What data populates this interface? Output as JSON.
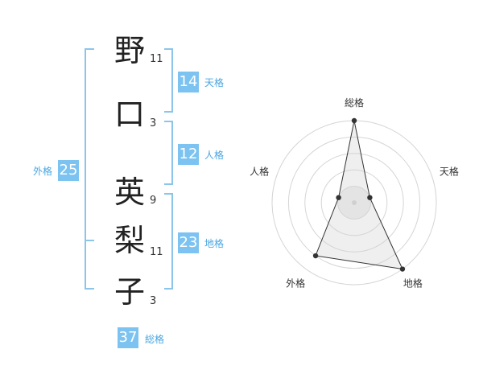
{
  "name": {
    "chars": [
      {
        "char": "野",
        "strokes": "11"
      },
      {
        "char": "口",
        "strokes": "3"
      },
      {
        "char": "英",
        "strokes": "9"
      },
      {
        "char": "梨",
        "strokes": "11"
      },
      {
        "char": "子",
        "strokes": "3"
      }
    ]
  },
  "fortune": {
    "tenkaku": {
      "value": "14",
      "label": "天格"
    },
    "jinkaku": {
      "value": "12",
      "label": "人格"
    },
    "chikaku": {
      "value": "23",
      "label": "地格"
    },
    "gaikaku": {
      "value": "25",
      "label": "外格"
    },
    "soukaku": {
      "value": "37",
      "label": "総格"
    }
  },
  "colors": {
    "accent": "#7cc3f1",
    "bracket": "#8bc5ea",
    "label": "#4aa6e0"
  },
  "chart_data": {
    "type": "radar",
    "axes": [
      "総格",
      "天格",
      "地格",
      "外格",
      "人格"
    ],
    "values": [
      5,
      1,
      5,
      4,
      1
    ],
    "range": [
      0,
      5
    ],
    "rings": 5
  }
}
